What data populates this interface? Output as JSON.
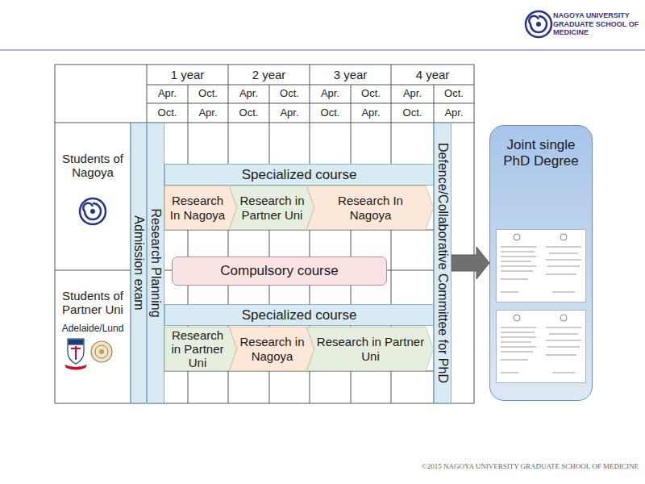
{
  "diagram": {
    "nodes": [
      {
        "text": [
          "Admission exam"
        ]
      },
      {
        "text": [
          "Research Planning"
        ]
      },
      {
        "text": [
          "Specialized course"
        ]
      },
      {
        "text": [
          "Research In Nagoya"
        ]
      },
      {
        "text": [
          "Research in Partner Uni"
        ]
      },
      {
        "text": [
          "Research In Nagoya"
        ]
      },
      {
        "text": [
          "Compulsory course"
        ]
      },
      {
        "text": [
          "Specialized course"
        ]
      },
      {
        "text": [
          "Research in Partner Uni"
        ]
      },
      {
        "text": [
          "Research in Nagoya"
        ]
      },
      {
        "text": [
          "Research in Partner Uni"
        ]
      },
      {
        "text": [
          "Defence/Collaborative Committee for PhD"
        ]
      },
      {
        "text": [
          "Joint single PhD Degree"
        ]
      }
    ],
    "edges": [
      {
        "from": 11,
        "to": 12,
        "arrow": "to"
      }
    ],
    "labels": [
      "1 year",
      "2 year",
      "3 year",
      "4 year",
      "Apr.",
      "Oct.",
      "Apr.",
      "Oct.",
      "Apr.",
      "Oct.",
      "Apr.",
      "Oct.",
      "Oct.",
      "Apr.",
      "Oct.",
      "Apr.",
      "Oct.",
      "Apr.",
      "Oct.",
      "Apr.",
      "Students of Nagoya",
      "Students of Partner Uni",
      "Adelaide/Lund",
      "NAGOYA UNIVERSITY GRADUATE SCHOOL OF MEDICINE",
      "©2015 NAGOYA UNIVERSITY GRADUATE SCHOOL OF MEDICINE"
    ]
  }
}
